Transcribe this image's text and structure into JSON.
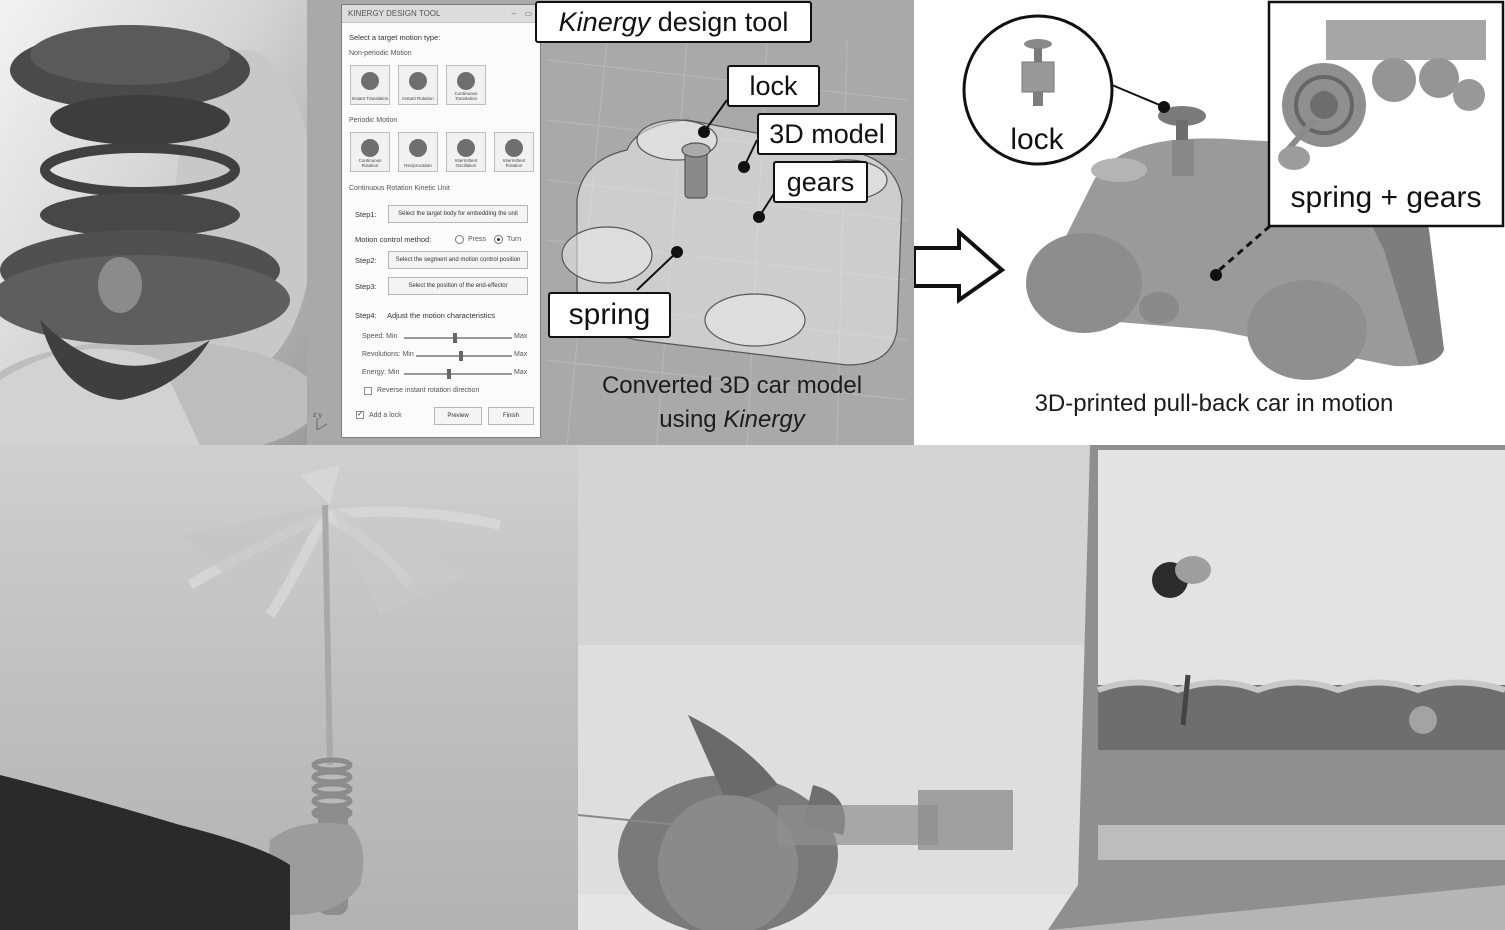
{
  "tool": {
    "window_title": "KINERGY DESIGN TOOL",
    "select_prompt": "Select a target motion type:",
    "nonperiodic_heading": "Non-periodic Motion",
    "nonperiodic_tiles": [
      "Instant Translation",
      "Instant Rotation",
      "Continuous Translation"
    ],
    "periodic_heading": "Periodic Motion",
    "periodic_tiles": [
      "Continuous Rotation",
      "Reciprocation",
      "Intermittent Oscillation",
      "Intermittent Rotation"
    ],
    "unit_heading": "Continuous Rotation Kinetic Unit",
    "step1_label": "Step1:",
    "step1_button": "Select the target body for embedding the unit",
    "motion_control_label": "Motion control method:",
    "option_press": "Press",
    "option_turn": "Turn",
    "selected_option": "Turn",
    "step2_label": "Step2:",
    "step2_button": "Select the segment and motion control position",
    "step3_label": "Step3:",
    "step3_button": "Select the position of the end-effector",
    "step4_label": "Step4:",
    "step4_text": "Adjust the motion characteristics",
    "sliders": [
      {
        "label": "Speed: Min",
        "max": "Max",
        "value": 0.45
      },
      {
        "label": "Revolutions: Min",
        "max": "Max",
        "value": 0.45
      },
      {
        "label": "Energy: Min",
        "max": "Max",
        "value": 0.4
      }
    ],
    "reverse_label": "Reverse instant rotation direction",
    "reverse_checked": false,
    "lock_label": "Add a lock",
    "lock_checked": true,
    "preview_button": "Preview",
    "finish_button": "Finish",
    "axis_label": "z y"
  },
  "callouts": {
    "design_tool_prefix": "Kinergy",
    "design_tool_suffix": " design tool",
    "lock": "lock",
    "model": "3D model",
    "gears": "gears",
    "spring": "spring"
  },
  "caption_model_line1": "Converted 3D car model",
  "caption_model_line2_prefix": "using ",
  "caption_model_line2_italic": "Kinergy",
  "car_callouts": {
    "lock": "lock",
    "spring_gears": "spring + gears"
  },
  "caption_car": "3D-printed pull-back car in motion",
  "colors": {
    "toolpane_bg": "#a9a9a9",
    "callout_border": "#111111"
  }
}
